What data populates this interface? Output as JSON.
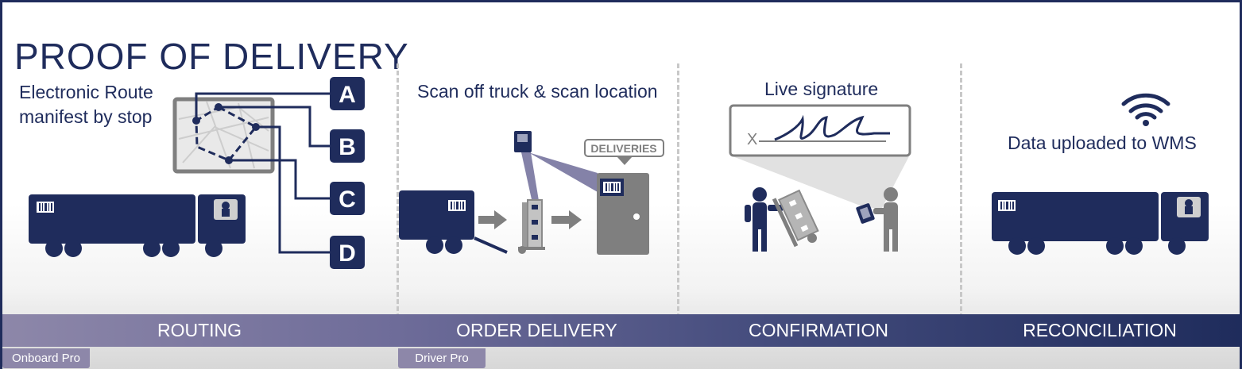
{
  "title": "PROOF OF DELIVERY",
  "stages": [
    {
      "label": "ROUTING",
      "caption": "Electronic Route manifest by stop"
    },
    {
      "label": "ORDER DELIVERY",
      "caption": "Scan off truck & scan location"
    },
    {
      "label": "CONFIRMATION",
      "caption": "Live signature"
    },
    {
      "label": "RECONCILIATION",
      "caption": "Data uploaded to WMS"
    }
  ],
  "stops": [
    "A",
    "B",
    "C",
    "D"
  ],
  "door_sign": "DELIVERIES",
  "signature_mark": "X",
  "tags": [
    "Onboard Pro",
    "Driver Pro"
  ],
  "colors": {
    "navy": "#1f2c5c",
    "gray": "#7f7f7f",
    "light_gray": "#c8c8c8",
    "lavender": "#8d87a9"
  }
}
